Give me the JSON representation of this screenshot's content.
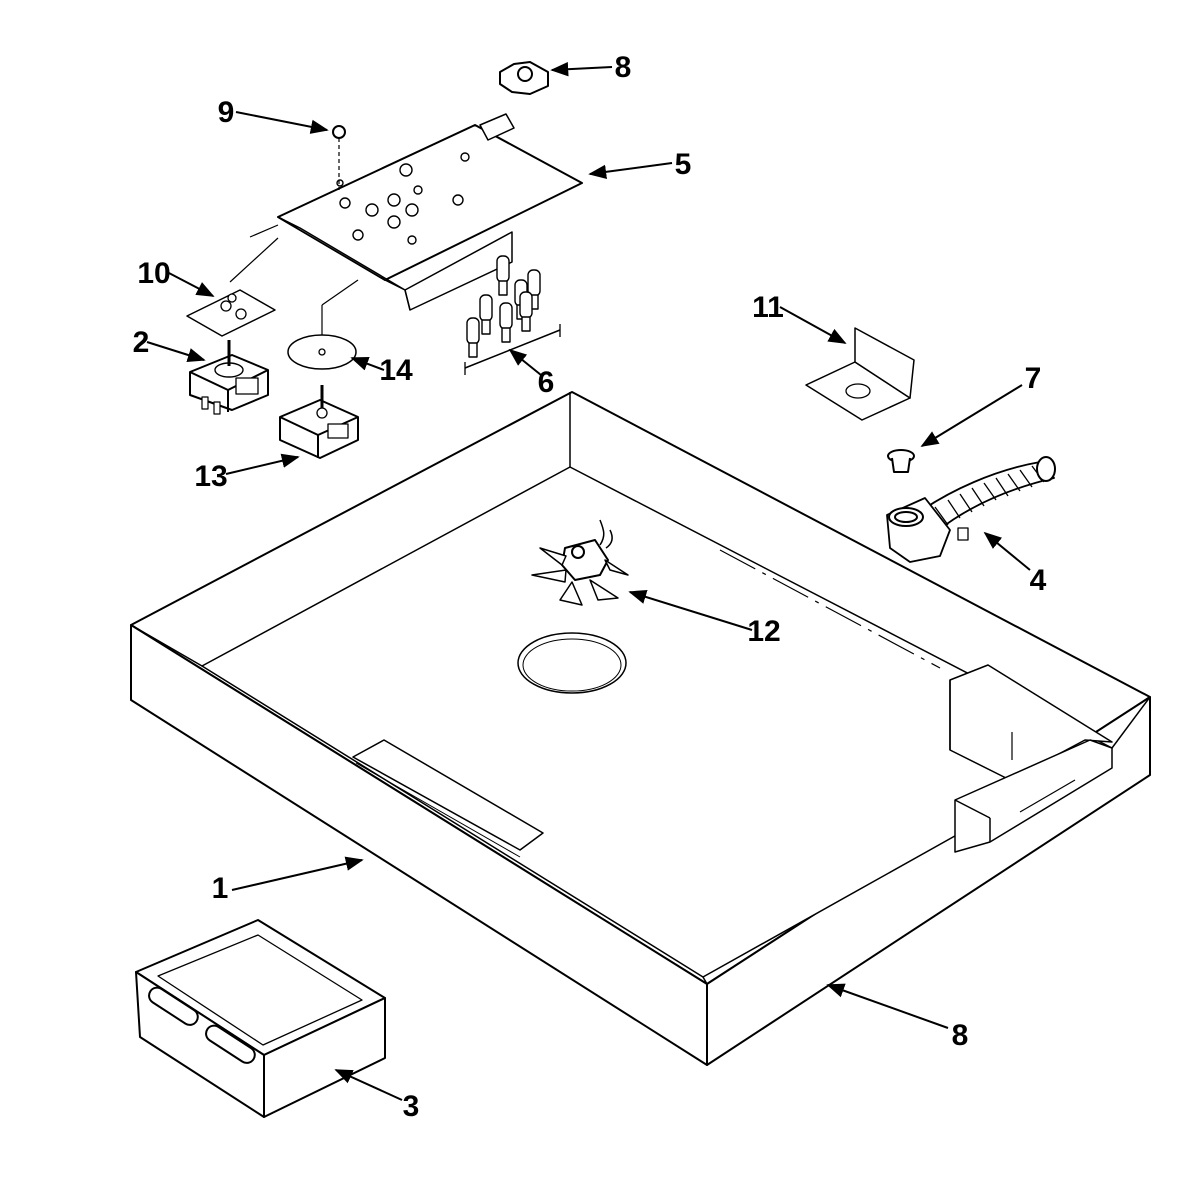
{
  "diagram": {
    "callouts": [
      {
        "id": "c1",
        "label": "1"
      },
      {
        "id": "c2",
        "label": "2"
      },
      {
        "id": "c3",
        "label": "3"
      },
      {
        "id": "c4",
        "label": "4"
      },
      {
        "id": "c5",
        "label": "5"
      },
      {
        "id": "c6",
        "label": "6"
      },
      {
        "id": "c7",
        "label": "7"
      },
      {
        "id": "c8a",
        "label": "8"
      },
      {
        "id": "c8b",
        "label": "8"
      },
      {
        "id": "c9",
        "label": "9"
      },
      {
        "id": "c10",
        "label": "10"
      },
      {
        "id": "c11",
        "label": "11"
      },
      {
        "id": "c12",
        "label": "12"
      },
      {
        "id": "c13",
        "label": "13"
      },
      {
        "id": "c14",
        "label": "14"
      }
    ]
  }
}
